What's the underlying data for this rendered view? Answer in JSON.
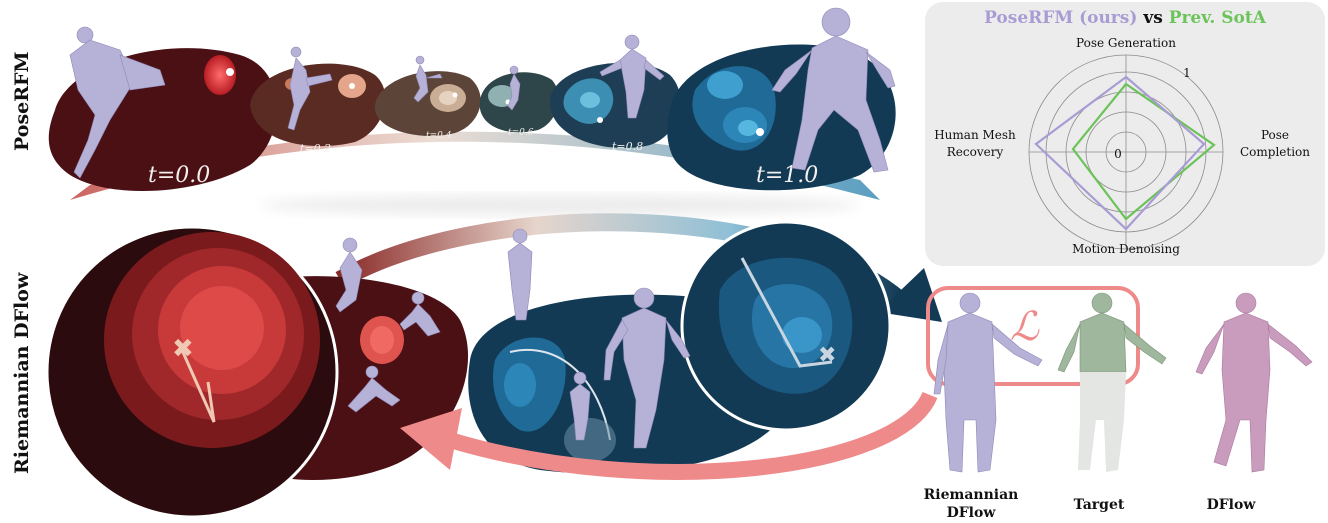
{
  "row_labels": {
    "top": "PoseRFM",
    "bottom": "Riemannian DFlow"
  },
  "timesteps": [
    "t=0.0",
    "t=0.2",
    "t=0.4",
    "t=0.6",
    "t=0.8",
    "t=1.0"
  ],
  "radar": {
    "title_ours": "PoseRFM (ours)",
    "title_vs": "vs",
    "title_prev": "Prev. SotA",
    "axes": {
      "top": "Pose Generation",
      "right_line1": "Pose",
      "right_line2": "Completion",
      "bottom": "Motion Denoising",
      "left_line1": "Human Mesh",
      "left_line2": "Recovery"
    },
    "tick_max": "1",
    "tick_min": "0",
    "colors": {
      "ours": "#a99bd3",
      "prev": "#6cc35a"
    }
  },
  "loss_symbol": "ℒ",
  "captions": {
    "riemannian_line1": "Riemannian",
    "riemannian_line2": "DFlow",
    "target": "Target",
    "dflow": "DFlow"
  },
  "colors": {
    "red_dark": "#4a1014",
    "blue_dark": "#123a55",
    "mesh": "#b6b1d6",
    "mesh_target": "#9fb79c",
    "mesh_dflow": "#c99bbd",
    "loss_box": "#ef8a8a"
  }
}
